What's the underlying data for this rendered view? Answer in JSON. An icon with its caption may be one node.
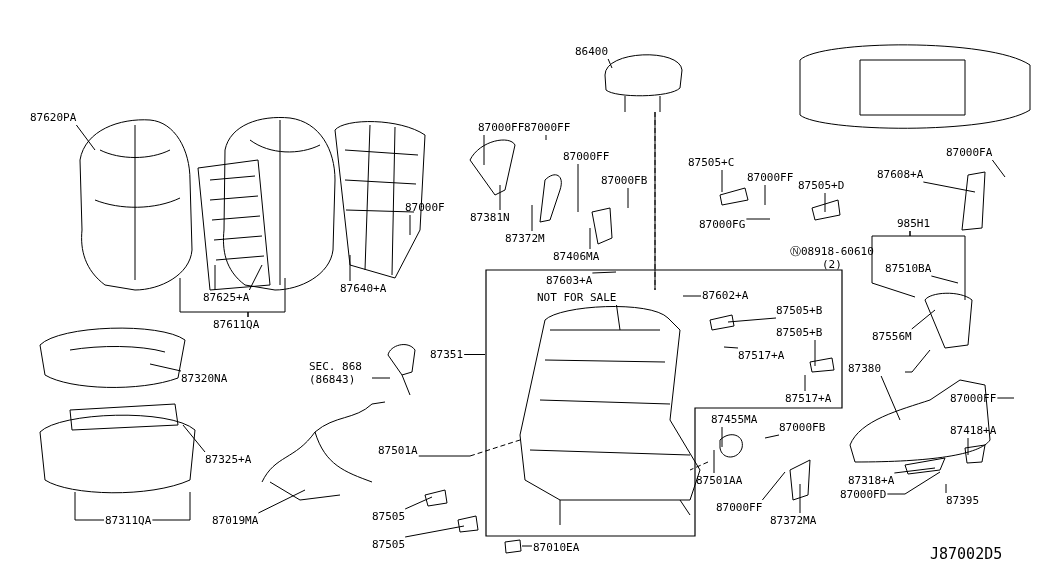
{
  "diagram": {
    "nodes": [
      {
        "text": [
          "87620PA"
        ]
      },
      {
        "text": [
          "87625+A"
        ]
      },
      {
        "text": [
          "87611QA"
        ]
      },
      {
        "text": [
          "87640+A"
        ]
      },
      {
        "text": [
          "87000F"
        ]
      },
      {
        "text": [
          "87000FF"
        ]
      },
      {
        "text": [
          "87000FF"
        ]
      },
      {
        "text": [
          "87381N"
        ]
      },
      {
        "text": [
          "87000FF"
        ]
      },
      {
        "text": [
          "87372M"
        ]
      },
      {
        "text": [
          "87000FB"
        ]
      },
      {
        "text": [
          "87406MA"
        ]
      },
      {
        "text": [
          "86400"
        ]
      },
      {
        "text": [
          "87505+C"
        ]
      },
      {
        "text": [
          "87000FF"
        ]
      },
      {
        "text": [
          "87505+D"
        ]
      },
      {
        "text": [
          "87000FG"
        ]
      },
      {
        "text": [
          "87608+A"
        ]
      },
      {
        "text": [
          "87000FA"
        ]
      },
      {
        "text": [
          "985H1"
        ]
      },
      {
        "text": [
          "Ⓝ08918-60610",
          "(2)"
        ]
      },
      {
        "text": [
          "87510BA"
        ]
      },
      {
        "text": [
          "87556M"
        ]
      },
      {
        "text": [],
        "shape": "box"
      },
      {
        "text": [
          "87603+A"
        ],
        "in": 23
      },
      {
        "text": [
          "NOT FOR SALE"
        ],
        "in": 23
      },
      {
        "text": [
          "87602+A"
        ],
        "in": 23
      },
      {
        "text": [
          "87505+B"
        ],
        "in": 23
      },
      {
        "text": [
          "87505+B"
        ],
        "in": 23
      },
      {
        "text": [
          "87517+A"
        ],
        "in": 23
      },
      {
        "text": [
          "87517+A"
        ],
        "in": 23
      },
      {
        "text": [
          "87351"
        ]
      },
      {
        "text": [
          "87320NA"
        ]
      },
      {
        "text": [
          "SEC. 868 (86843)"
        ]
      },
      {
        "text": [
          "87380"
        ]
      },
      {
        "text": [
          "87000FF"
        ]
      },
      {
        "text": [
          "87418+A"
        ]
      },
      {
        "text": [
          "87455MA"
        ]
      },
      {
        "text": [
          "87000FB"
        ]
      },
      {
        "text": [
          "87501A"
        ]
      },
      {
        "text": [
          "87325+A"
        ]
      },
      {
        "text": [
          "87501AA"
        ]
      },
      {
        "text": [
          "87318+A"
        ]
      },
      {
        "text": [
          "87000FD"
        ]
      },
      {
        "text": [
          "87395"
        ]
      },
      {
        "text": [
          "87000FF"
        ]
      },
      {
        "text": [
          "87372MA"
        ]
      },
      {
        "text": [
          "87311QA"
        ]
      },
      {
        "text": [
          "87019MA"
        ]
      },
      {
        "text": [
          "87505"
        ]
      },
      {
        "text": [
          "87505"
        ]
      },
      {
        "text": [
          "87010EA"
        ]
      }
    ],
    "edges": [
      {
        "from": 0,
        "to": null,
        "arrow": "none"
      },
      {
        "from": 1,
        "to": null,
        "arrow": "none"
      },
      {
        "from": 1,
        "to": null,
        "arrow": "none"
      },
      {
        "from": 2,
        "to": null,
        "arrow": "none"
      },
      {
        "from": 2,
        "to": null,
        "arrow": "none"
      },
      {
        "from": 3,
        "to": null,
        "arrow": "none"
      },
      {
        "from": 4,
        "to": null,
        "arrow": "none"
      },
      {
        "from": 5,
        "to": null,
        "arrow": "none"
      },
      {
        "from": 6,
        "to": null,
        "arrow": "none"
      },
      {
        "from": 7,
        "to": null,
        "arrow": "none"
      },
      {
        "from": 8,
        "to": null,
        "arrow": "none"
      },
      {
        "from": 9,
        "to": null,
        "arrow": "none"
      },
      {
        "from": 10,
        "to": null,
        "arrow": "none"
      },
      {
        "from": 11,
        "to": null,
        "arrow": "none"
      },
      {
        "from": 12,
        "to": null,
        "arrow": "none"
      },
      {
        "from": 13,
        "to": null,
        "arrow": "none"
      },
      {
        "from": 14,
        "to": null,
        "arrow": "none"
      },
      {
        "from": 15,
        "to": null,
        "arrow": "none"
      },
      {
        "from": 16,
        "to": null,
        "arrow": "none"
      },
      {
        "from": 17,
        "to": null,
        "arrow": "none"
      },
      {
        "from": 18,
        "to": null,
        "arrow": "none"
      },
      {
        "from": 19,
        "to": null,
        "arrow": "none"
      },
      {
        "from": 19,
        "to": null,
        "arrow": "none"
      },
      {
        "from": 21,
        "to": null,
        "arrow": "none"
      },
      {
        "from": 22,
        "to": null,
        "arrow": "none"
      },
      {
        "from": 24,
        "to": null,
        "arrow": "none"
      },
      {
        "from": 25,
        "to": null,
        "arrow": "none"
      },
      {
        "from": 26,
        "to": null,
        "arrow": "none"
      },
      {
        "from": 27,
        "to": null,
        "arrow": "none"
      },
      {
        "from": 28,
        "to": null,
        "arrow": "none"
      },
      {
        "from": 29,
        "to": null,
        "arrow": "none"
      },
      {
        "from": 30,
        "to": null,
        "arrow": "none"
      },
      {
        "from": 31,
        "to": 23,
        "arrow": "none"
      },
      {
        "from": 32,
        "to": null,
        "arrow": "none"
      },
      {
        "from": 33,
        "to": null,
        "arrow": "none"
      },
      {
        "from": 34,
        "to": null,
        "arrow": "none"
      },
      {
        "from": 35,
        "to": null,
        "arrow": "none"
      },
      {
        "from": 36,
        "to": null,
        "arrow": "none"
      },
      {
        "from": 37,
        "to": null,
        "arrow": "none"
      },
      {
        "from": 38,
        "to": null,
        "arrow": "none"
      },
      {
        "from": 39,
        "to": null,
        "arrow": "none"
      },
      {
        "from": 40,
        "to": null,
        "arrow": "none"
      },
      {
        "from": 41,
        "to": null,
        "arrow": "none"
      },
      {
        "from": 42,
        "to": null,
        "arrow": "none"
      },
      {
        "from": 43,
        "to": null,
        "arrow": "none"
      },
      {
        "from": 44,
        "to": null,
        "arrow": "none"
      },
      {
        "from": 45,
        "to": null,
        "arrow": "none"
      },
      {
        "from": 46,
        "to": null,
        "arrow": "none"
      },
      {
        "from": 47,
        "to": null,
        "arrow": "none"
      },
      {
        "from": 47,
        "to": null,
        "arrow": "none"
      },
      {
        "from": 48,
        "to": null,
        "arrow": "none"
      },
      {
        "from": 49,
        "to": null,
        "arrow": "none"
      },
      {
        "from": 50,
        "to": null,
        "arrow": "none"
      },
      {
        "from": 51,
        "to": null,
        "arrow": "none"
      }
    ],
    "labels": [
      "J87002D5"
    ]
  }
}
